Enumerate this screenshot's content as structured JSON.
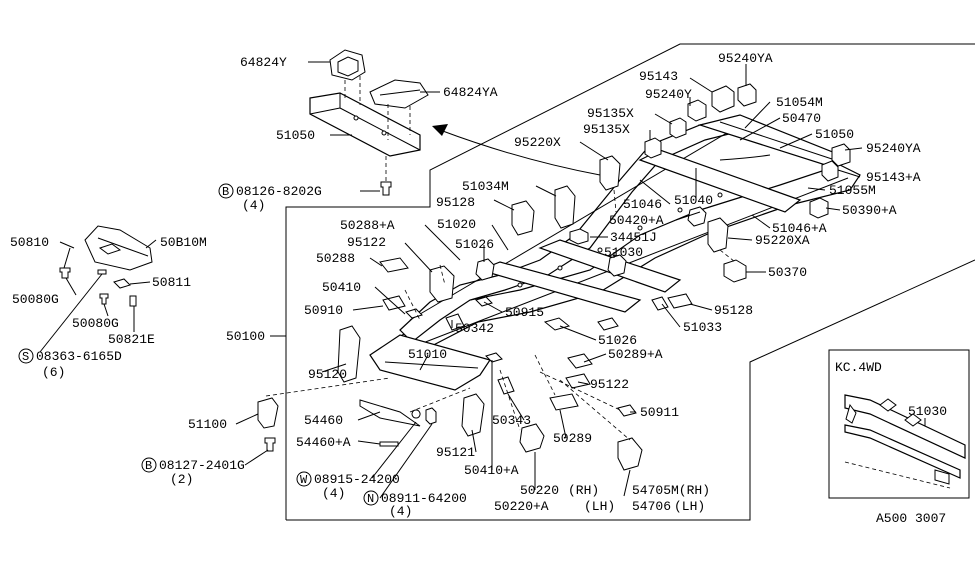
{
  "labels": {
    "p64824y": "64824Y",
    "p64824ya": "64824YA",
    "p51050a": "51050",
    "p08126": "08126-8202G",
    "p08126q": "(4)",
    "p95143": "95143",
    "p95240ya_top": "95240YA",
    "p95240y": "95240Y",
    "p95135x_a": "95135X",
    "p95135x_b": "95135X",
    "p51054m": "51054M",
    "p50470": "50470",
    "p51050b": "51050",
    "p95220x": "95220X",
    "p95240ya_r": "95240YA",
    "p95143a": "95143+A",
    "p51055m": "51055M",
    "p51034m": "51034M",
    "p95128a": "95128",
    "p51046": "51046",
    "p51040": "51040",
    "p50390a": "50390+A",
    "p50288a": "50288+A",
    "p51020": "51020",
    "p50420a": "50420+A",
    "p51046a": "51046+A",
    "p34451j": "34451J",
    "p95122a": "95122",
    "p51026a": "51026",
    "p51030a": "51030",
    "p95220xa": "95220XA",
    "p50288": "50288",
    "p50370": "50370",
    "p50410": "50410",
    "p50910": "50910",
    "p50915": "50915",
    "p95128b": "95128",
    "p50342": "50342",
    "p51033": "51033",
    "p50100": "50100",
    "p51026b": "51026",
    "p51010": "51010",
    "p50289a": "50289+A",
    "p95120": "95120",
    "p95122b": "95122",
    "p51100": "51100",
    "p54460": "54460",
    "p50343": "50343",
    "p50911": "50911",
    "p54460a": "54460+A",
    "p50289": "50289",
    "p95121": "95121",
    "p08127": "08127-2401G",
    "p08127q": "(2)",
    "p08915": "08915-24200",
    "p08915q": "(4)",
    "p50410a": "50410+A",
    "p08911": "08911-64200",
    "p08911q": "(4)",
    "p50220": "50220",
    "p50220a": "50220+A",
    "rh": "(RH)",
    "lh": "(LH)",
    "p54705m": "54705M(RH)",
    "p54706": "54706",
    "lh2": "(LH)",
    "p50810": "50810",
    "p50b10m": "50B10M",
    "p50811": "50811",
    "p50080g_a": "50080G",
    "p50080g_b": "50080G",
    "p50821e": "50821E",
    "p08363": "08363-6165D",
    "p08363q": "(6)",
    "inset_title": "KC.4WD",
    "inset_part": "51030",
    "diagram_code": "A500 3007"
  },
  "prefix_symbols": {
    "bolt_b": "B",
    "screw_s": "S",
    "washer_w": "W",
    "nut_n": "N"
  }
}
